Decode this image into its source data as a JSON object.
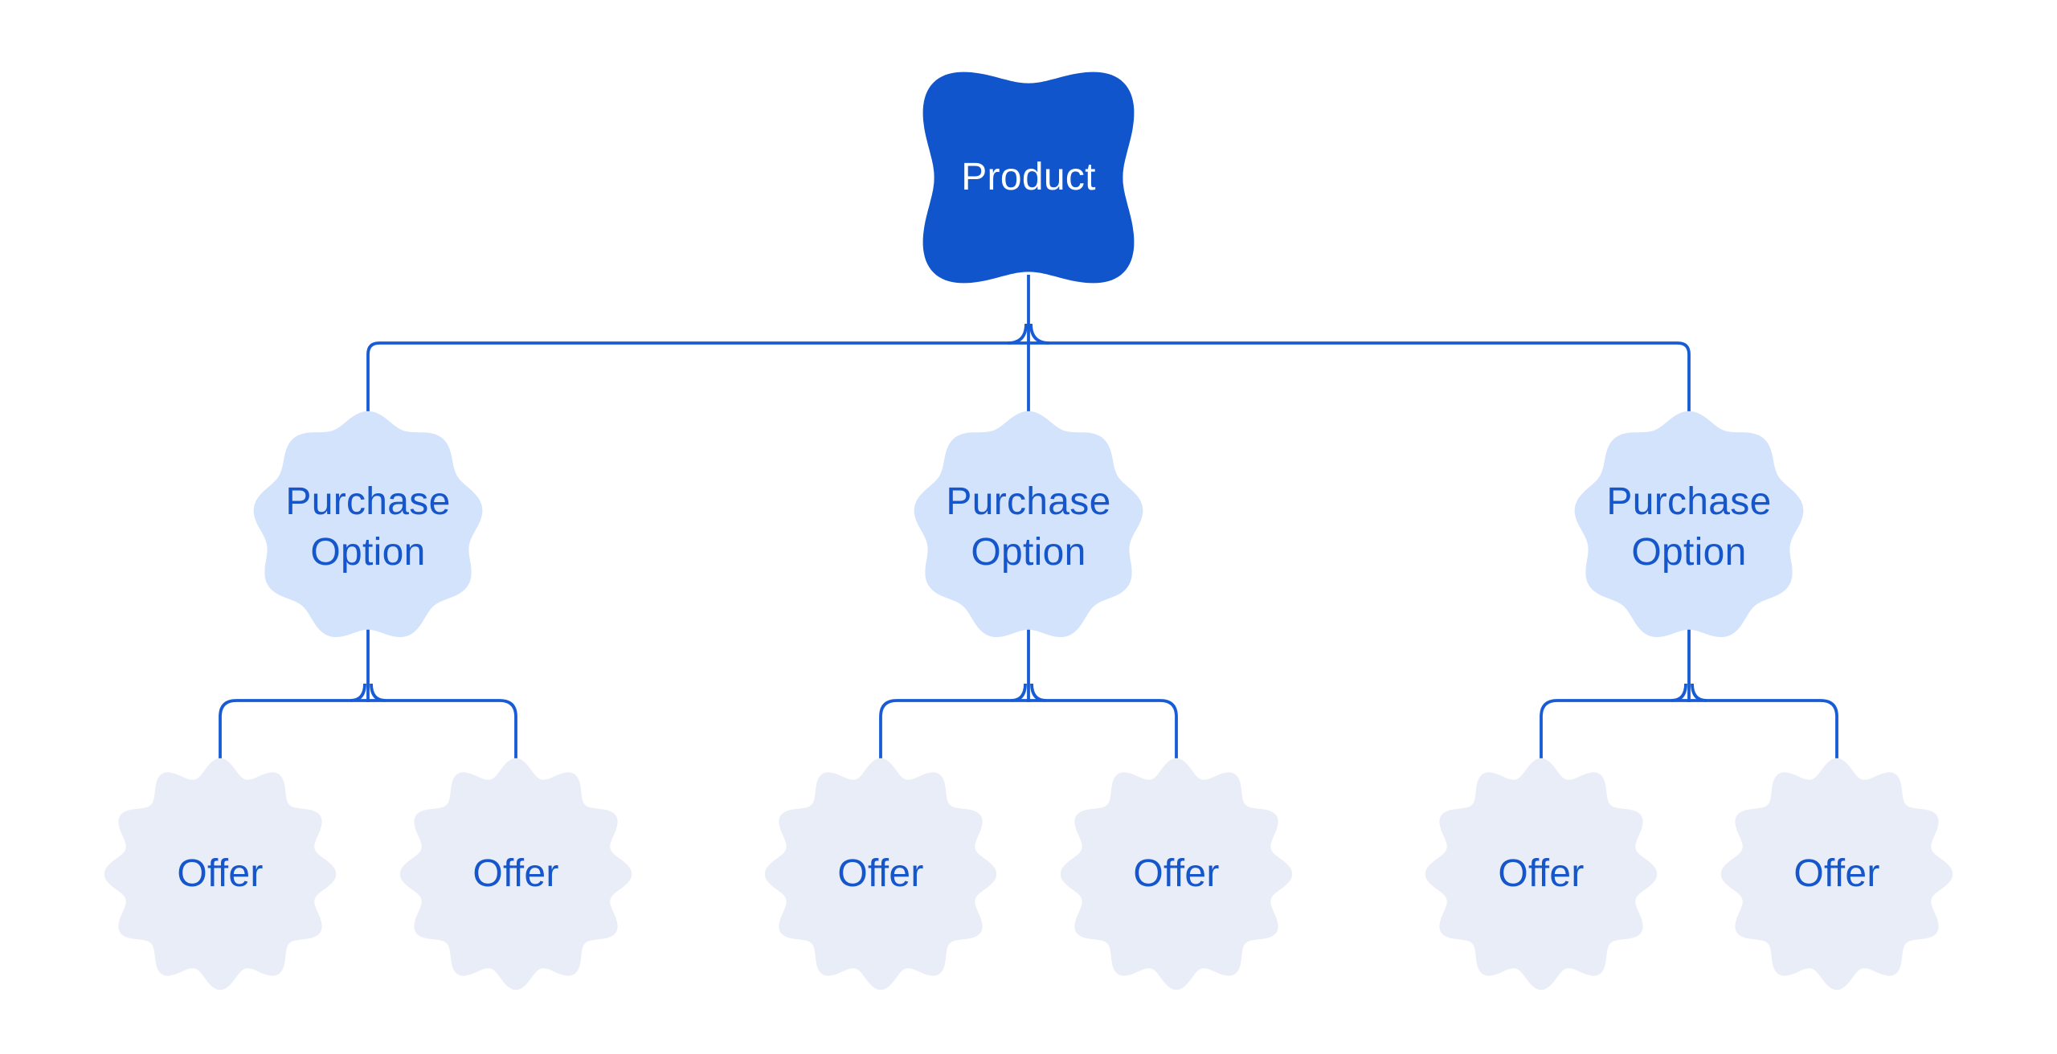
{
  "colors": {
    "canvas_bg": "#ffffff",
    "product_fill": "#1155cc",
    "product_text": "#ffffff",
    "purchase_fill": "#d3e3fc",
    "offer_fill": "#e9edf7",
    "label_text": "#1656cb",
    "connector": "#175cd6"
  },
  "nodes": {
    "product": {
      "label": "Product"
    },
    "purchase_options": [
      {
        "label": "Purchase Option"
      },
      {
        "label": "Purchase Option"
      },
      {
        "label": "Purchase Option"
      }
    ],
    "offers": [
      {
        "label": "Offer"
      },
      {
        "label": "Offer"
      },
      {
        "label": "Offer"
      },
      {
        "label": "Offer"
      },
      {
        "label": "Offer"
      },
      {
        "label": "Offer"
      }
    ]
  }
}
